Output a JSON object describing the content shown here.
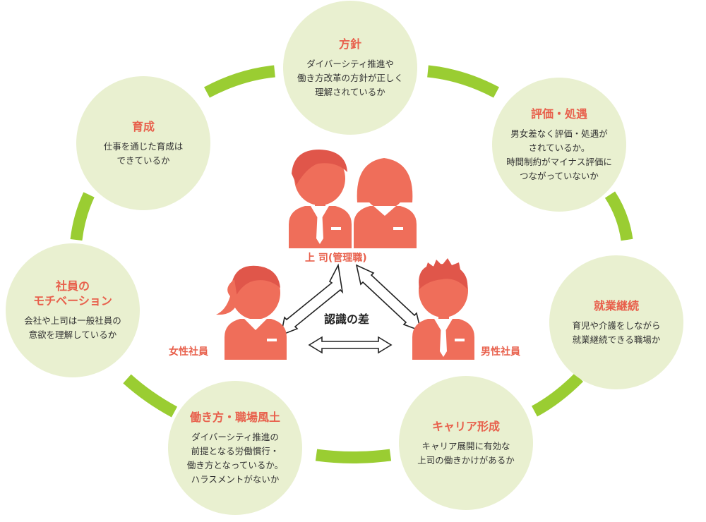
{
  "colors": {
    "node_fill": "#e9f0d0",
    "ring": "#9acd32",
    "accent": "#e8604c",
    "person": "#ef6e5a",
    "text": "#333333"
  },
  "nodes": {
    "policy": {
      "title": "方針",
      "lines": [
        "ダイバーシティ推進や",
        "働き方改革の方針が正しく",
        "理解されているか"
      ]
    },
    "eval": {
      "title": "評価・処遇",
      "lines": [
        "男女差なく評価・処遇が",
        "されているか。",
        "時間制約がマイナス評価に",
        "つながっていないか"
      ]
    },
    "growth": {
      "title": "育成",
      "lines": [
        "仕事を通じた育成は",
        "できているか"
      ]
    },
    "work": {
      "title": "就業継続",
      "lines": [
        "育児や介護をしながら",
        "就業継続できる職場か"
      ]
    },
    "motiv": {
      "title_lines": [
        "社員の",
        "モチベーション"
      ],
      "lines": [
        "会社や上司は一般社員の",
        "意欲を理解しているか"
      ]
    },
    "style": {
      "title": "働き方・職場風土",
      "lines": [
        "ダイバーシティ推進の",
        "前提となる労働慣行・",
        "働き方となっているか。",
        "ハラスメントがないか"
      ]
    },
    "career": {
      "title": "キャリア形成",
      "lines": [
        "キャリア展開に有効な",
        "上司の働きかけがあるか"
      ]
    }
  },
  "people": {
    "boss_label": "上 司(管理職)",
    "female_label": "女性社員",
    "male_label": "男性社員"
  },
  "center": {
    "gap_label": "認識の差"
  }
}
